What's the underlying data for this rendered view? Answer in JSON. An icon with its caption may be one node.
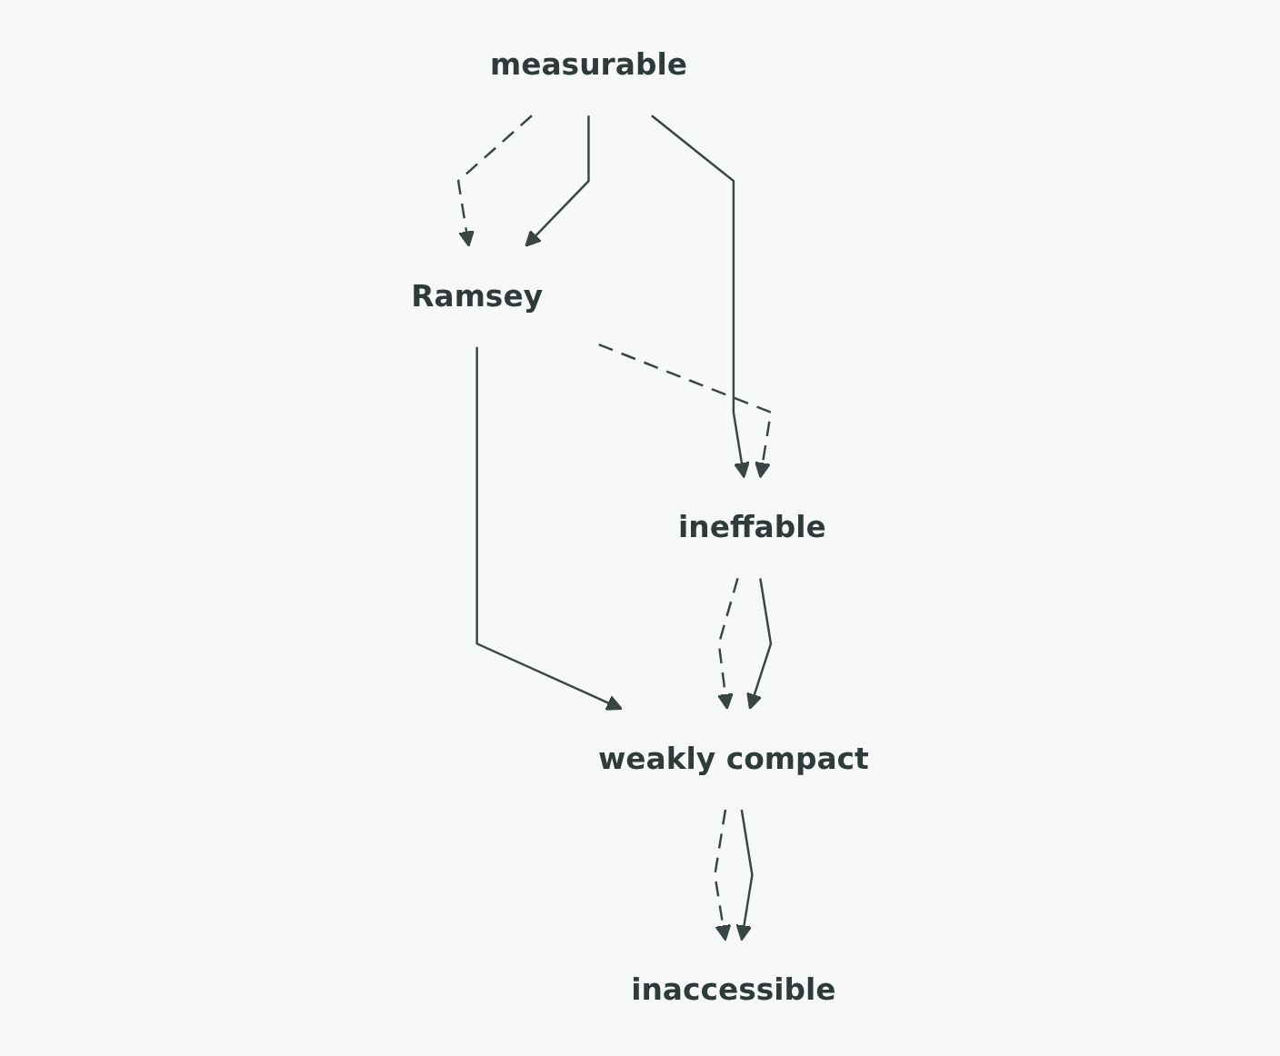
{
  "diagram": {
    "nodes": [
      {
        "text": [
          "measurable"
        ]
      },
      {
        "text": [
          "Ramsey"
        ]
      },
      {
        "text": [
          "ineffable"
        ]
      },
      {
        "text": [
          "weakly compact"
        ]
      },
      {
        "text": [
          "inaccessible"
        ]
      }
    ],
    "edges": [
      {
        "from": 0,
        "to": 1,
        "arrow": "to",
        "style": "dashed"
      },
      {
        "from": 0,
        "to": 1,
        "arrow": "to"
      },
      {
        "from": 0,
        "to": 2,
        "arrow": "to"
      },
      {
        "from": 1,
        "to": 2,
        "arrow": "to",
        "style": "dashed"
      },
      {
        "from": 1,
        "to": 3,
        "arrow": "to"
      },
      {
        "from": 2,
        "to": 3,
        "arrow": "to",
        "style": "dashed"
      },
      {
        "from": 2,
        "to": 3,
        "arrow": "to"
      },
      {
        "from": 3,
        "to": 4,
        "arrow": "to",
        "style": "dashed"
      },
      {
        "from": 3,
        "to": 4,
        "arrow": "to"
      }
    ]
  }
}
